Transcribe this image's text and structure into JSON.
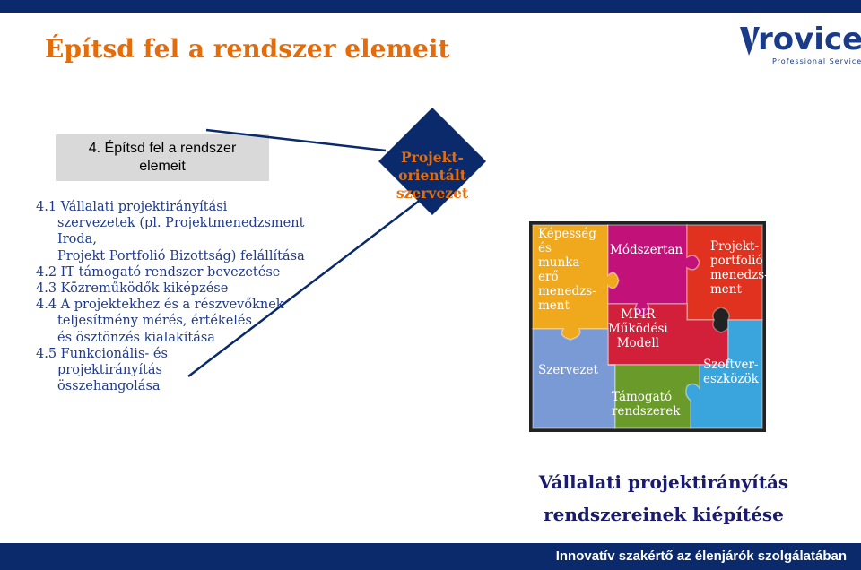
{
  "title": "Építsd fel a rendszer elemeit",
  "logo": {
    "name": "rovice",
    "tagline": "Professional Services"
  },
  "section_box": {
    "line1": "4. Építsd fel a rendszer",
    "line2": "elemeit"
  },
  "outline": [
    {
      "text": "4.1 Vállalati projektirányítási",
      "indent": false
    },
    {
      "text": "szervezetek (pl. Projektmenedzsment",
      "indent": true
    },
    {
      "text": "Iroda,",
      "indent": true
    },
    {
      "text": "Projekt Portfolió Bizottság) felállítása",
      "indent": true
    },
    {
      "text": "4.2 IT támogató rendszer bevezetése",
      "indent": false
    },
    {
      "text": "4.3 Közreműködők kiképzése",
      "indent": false
    },
    {
      "text": "4.4 A projektekhez és a részvevőknek",
      "indent": false
    },
    {
      "text": "teljesítmény mérés, értékelés",
      "indent": true
    },
    {
      "text": "és ösztönzés kialakítása",
      "indent": true
    },
    {
      "text": "4.5 Funkcionális- és",
      "indent": false
    },
    {
      "text": "projektirányítás",
      "indent": true
    },
    {
      "text": "összehangolása",
      "indent": true
    }
  ],
  "diamond": {
    "line1": "Projekt-",
    "line2": "orientált",
    "line3": "szervezet"
  },
  "puzzle": {
    "pieces": [
      {
        "label": "Képesség\nés\nmunka-\nerő\nmenedzs-\nment",
        "color": "#f0a81c"
      },
      {
        "label": "Módszertan",
        "color": "#c2127a"
      },
      {
        "label": "Projekt-\nportfolió\nmenedzs-\nment",
        "color": "#e0321e"
      },
      {
        "label": "MPIR\nMűködési\nModell",
        "color": "#d21f3a"
      },
      {
        "label": "Szervezet",
        "color": "#7a9ad6"
      },
      {
        "label": "Szoftver-\neszközök",
        "color": "#3aa5dc"
      },
      {
        "label": "Támogató\nrendszerek",
        "color": "#6a9a2a"
      }
    ]
  },
  "footer_text": {
    "line1": "Vállalati projektirányítás",
    "line2": "rendszereinek kiépítése"
  },
  "footer_bar": "Innovatív szakértő az élenjárók szolgálatában",
  "colors": {
    "title": "#e46c0a",
    "outline": "#1f3a8a",
    "navy": "#0a2a6b"
  }
}
